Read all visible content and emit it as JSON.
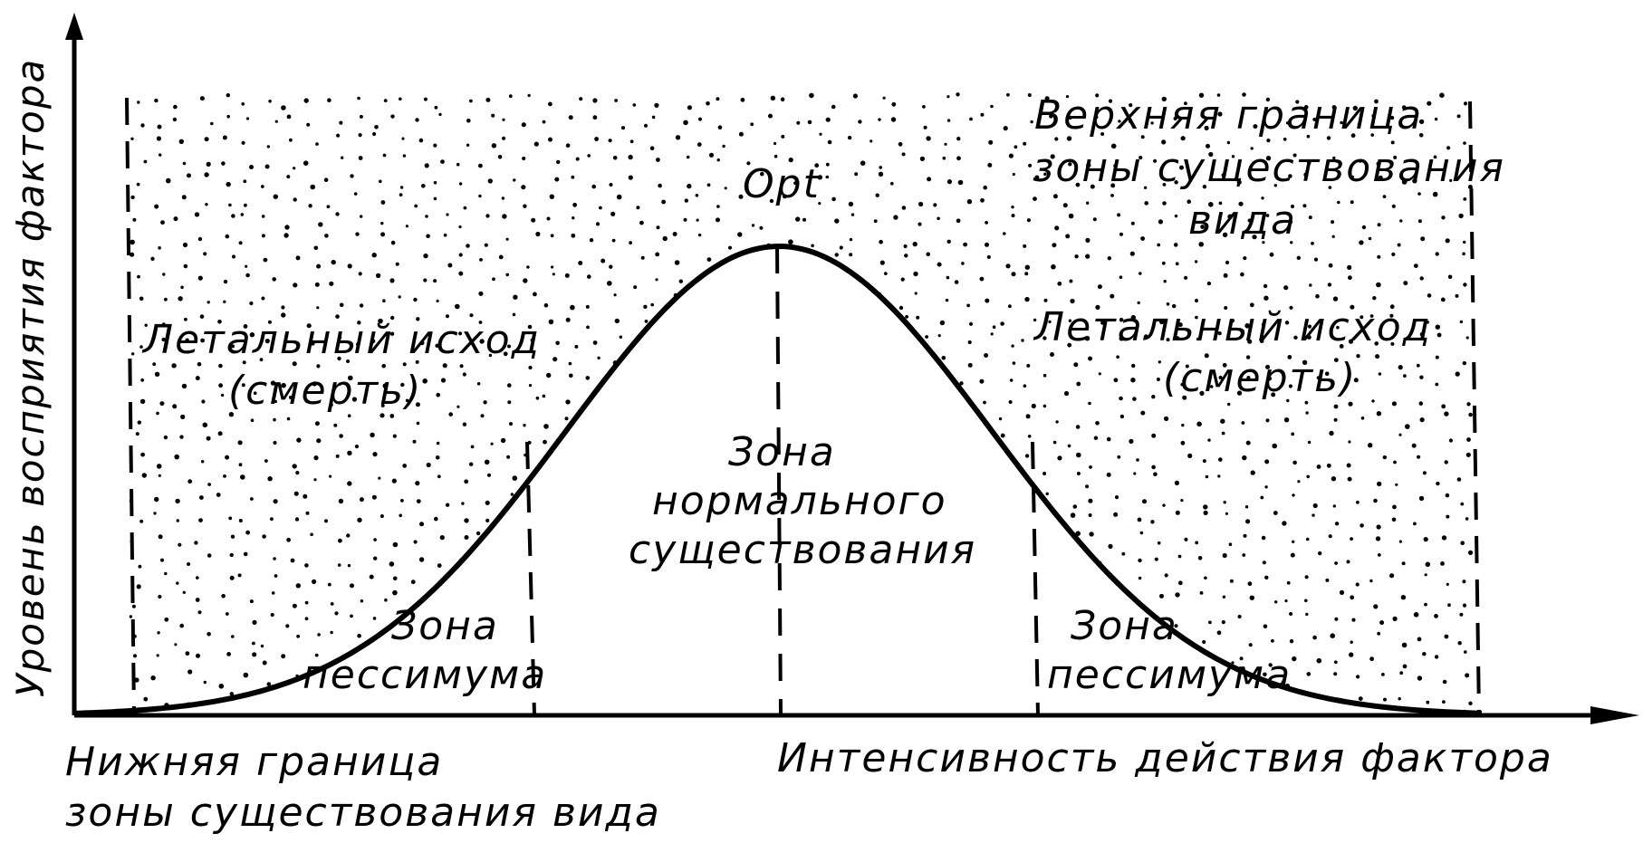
{
  "labels": {
    "y_axis": "Уровень восприятия фактора",
    "x_axis": "Интенсивность действия фактора",
    "lower_bound_line1": "Нижняя граница",
    "lower_bound_line2": "зоны существования вида",
    "upper_bound_line1": "Верхняя граница",
    "upper_bound_line2": "зоны существования",
    "upper_bound_line3": "вида",
    "opt": "Opt",
    "lethal_left_line1": "Летальный исход",
    "lethal_left_line2": "(смерть)",
    "lethal_right_line1": "Летальный исход",
    "lethal_right_line2": "(смерть)",
    "normal_line1": "Зона",
    "normal_line2": "нормального",
    "normal_line3": "существования",
    "pessimum_left_line1": "Зона",
    "pessimum_left_line2": "пессимума",
    "pessimum_right_line1": "Зона",
    "pessimum_right_line2": "пессимума"
  },
  "colors": {
    "ink": "#000000",
    "background": "#ffffff"
  }
}
